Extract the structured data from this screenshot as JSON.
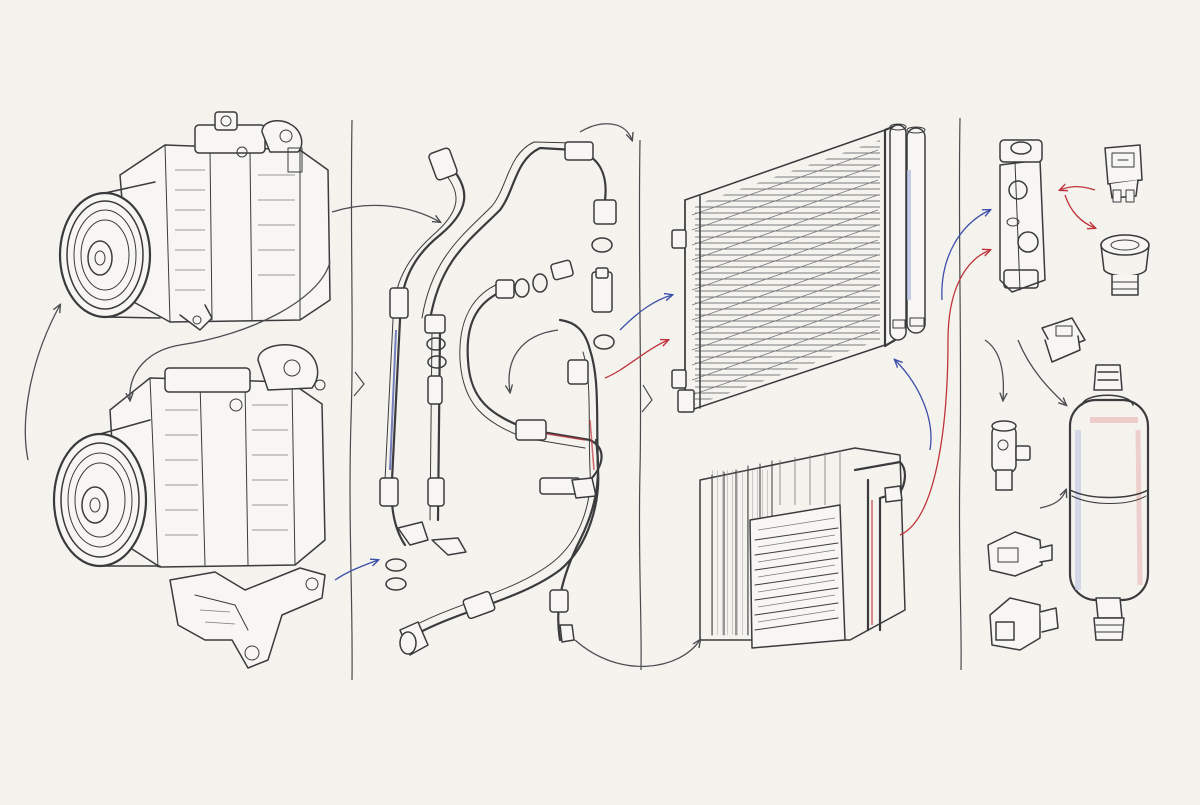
{
  "canvas": {
    "background": "#f5f3ee"
  },
  "colors": {
    "ink": "#3b3b3d",
    "flow_neutral": "#4d4d52",
    "flow_low_pressure": "#3c4fa8",
    "flow_high_pressure": "#c0333a",
    "tint_red": "#e8b3b3",
    "tint_blue": "#b9c2e6"
  },
  "sections": [
    {
      "id": "compressors",
      "components": [
        "compressor-upper",
        "compressor-lower",
        "mounting-bracket"
      ]
    },
    {
      "id": "hoses",
      "components": [
        "suction-line",
        "discharge-line",
        "liquid-line",
        "o-rings",
        "fittings"
      ]
    },
    {
      "id": "heat-exchangers",
      "components": [
        "condenser",
        "evaporator"
      ]
    },
    {
      "id": "valves-and-sensors",
      "components": [
        "expansion-valve",
        "electrical-connector",
        "service-port",
        "pressure-switch",
        "schrader-valve",
        "receiver-drier"
      ]
    }
  ],
  "icons": [
    "compressor-icon",
    "hose-icon",
    "o-ring-icon",
    "condenser-icon",
    "evaporator-icon",
    "expansion-valve-icon",
    "connector-icon",
    "receiver-drier-icon"
  ]
}
